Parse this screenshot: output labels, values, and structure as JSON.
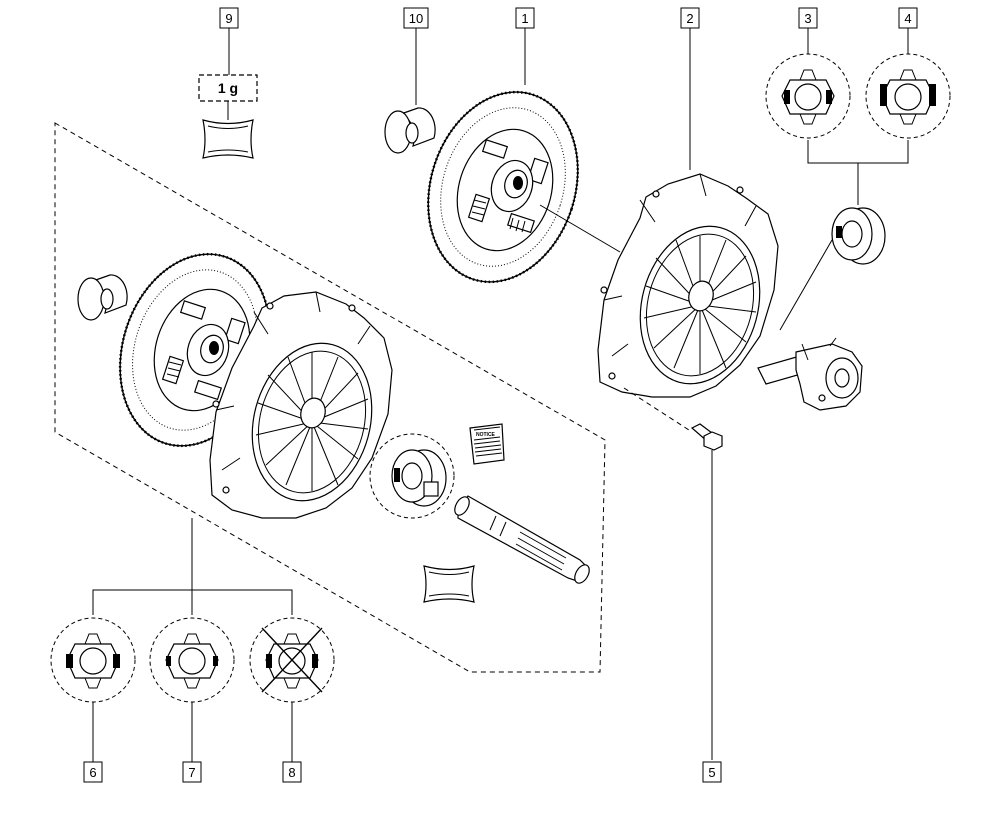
{
  "callouts": {
    "c1": "1",
    "c2": "2",
    "c3": "3",
    "c4": "4",
    "c5": "5",
    "c6": "6",
    "c7": "7",
    "c8": "8",
    "c9": "9",
    "c10": "10"
  },
  "grease_quantity": "1 g",
  "notice_label": "NOTICE"
}
